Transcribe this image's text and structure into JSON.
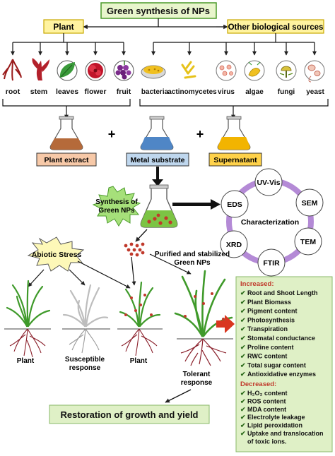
{
  "title": "Green synthesis of NPs",
  "plant_header": "Plant",
  "other_header": "Other biological sources",
  "plant_parts": [
    "root",
    "stem",
    "leaves",
    "flower",
    "fruit"
  ],
  "other_sources": [
    "bacteria",
    "actinomycetes",
    "virus",
    "algae",
    "fungi",
    "yeast"
  ],
  "inputs": {
    "plant_extract": "Plant extract",
    "metal_substrate": "Metal substrate",
    "supernatant": "Supernatant",
    "plus": "+"
  },
  "synthesis_label": [
    "Synthesis of",
    "Green NPs"
  ],
  "characterization": {
    "center": "Characterization",
    "techniques": [
      "UV-Vis",
      "SEM",
      "TEM",
      "FTIR",
      "XRD",
      "EDS"
    ]
  },
  "abiotic_stress": "Abiotic Stress",
  "purified_label": [
    "Purified and stabilized",
    "Green NPs"
  ],
  "plants": {
    "plant1": "Plant",
    "susceptible": [
      "Susceptible",
      "response"
    ],
    "plant2": "Plant",
    "tolerant": [
      "Tolerant",
      "response"
    ]
  },
  "restoration": "Restoration of growth and yield",
  "effects": {
    "increased_header": "Increased:",
    "increased": [
      "Root and Shoot Length",
      "Plant Biomass",
      "Pigment content",
      "Photosynthesis",
      "Transpiration",
      "Stomatal conductance",
      "Proline content",
      "RWC content",
      "Total sugar content",
      "Antioxidative enzymes"
    ],
    "decreased_header": "Decreased:",
    "decreased": [
      "H₂O₂ content",
      "ROS content",
      "MDA content",
      "Electrolyte leakage",
      "Lipid peroxidation",
      "Uptake and translocation",
      "of toxic ions."
    ]
  },
  "colors": {
    "title_fill": "#e8f5cc",
    "title_border": "#4a9a2a",
    "header_fill": "#fff3a0",
    "extract_fill": "#f7c9a8",
    "metal_fill": "#bfd7ee",
    "supernatant_fill": "#ffd24a",
    "starburst": "#a6e07a",
    "stress_burst": "#fdf8b8",
    "ring": "#b48ad6",
    "effects_fill": "#dff0c6",
    "nanoparticle": "#c0392b",
    "arrow_red": "#d9361f"
  }
}
